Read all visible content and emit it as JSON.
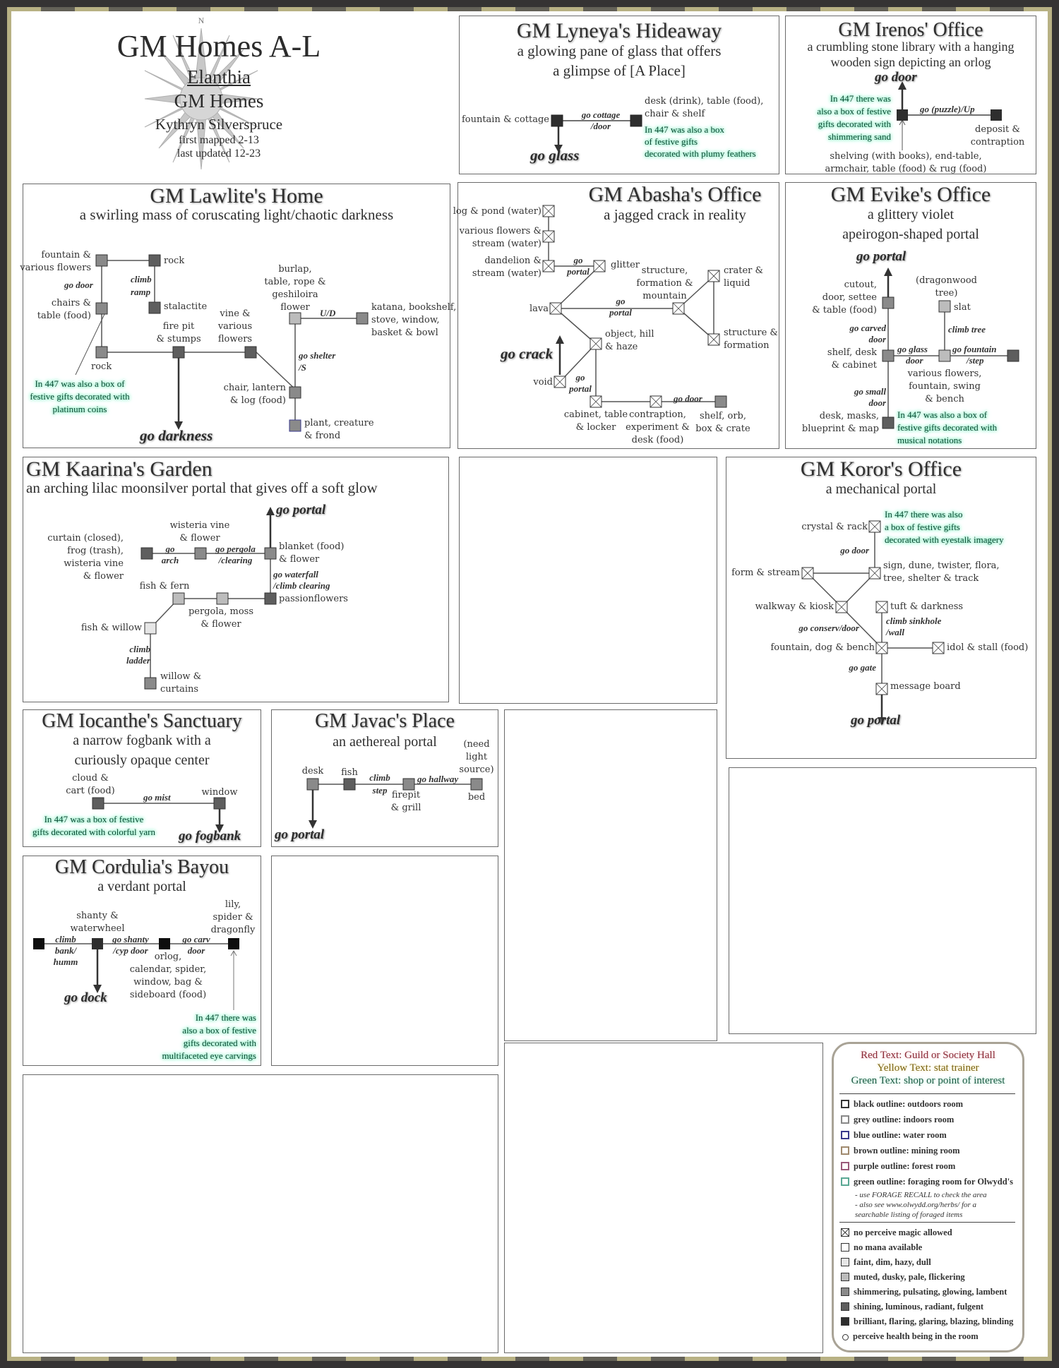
{
  "header": {
    "title": "GM Homes A-L",
    "region": "Elanthia",
    "subtitle": "GM Homes",
    "author": "Kythryn Silverspruce",
    "first_mapped": "first mapped 2-13",
    "last_updated": "last updated 12-23",
    "compass_label": "N"
  },
  "colors": {
    "frame_light": "#b8b184",
    "frame_dark": "#636157",
    "note_green": "#0d4a35",
    "note_glow": "#8ef0c6",
    "legend_red": "#8a2a36",
    "legend_yellow": "#7a6413",
    "legend_green": "#1f5a45"
  },
  "panels": {
    "lyneya": {
      "title": "GM Lyneya's Hideaway",
      "desc1": "a glowing pane of glass that offers",
      "desc2": "a glimpse of [A Place]",
      "labels": [
        "fountain & cottage",
        "desk (drink), table (food),",
        "chair & shelf"
      ],
      "exits": [
        "go cottage",
        "/door"
      ],
      "big_exit": "go glass",
      "note": [
        "In 447 was also a box",
        "of festive gifts",
        "decorated with plumy feathers"
      ]
    },
    "irenos": {
      "title": "GM Irenos' Office",
      "desc1": "a crumbling stone library with a hanging",
      "desc2": "wooden sign depicting an orlog",
      "big_exit": "go door",
      "exits": [
        "go (puzzle)/Up"
      ],
      "labels": [
        "deposit &",
        "contraption",
        "shelving (with books), end-table,",
        "armchair, table (food) & rug (food)"
      ],
      "note": [
        "In 447 there was",
        "also a box of festive",
        "gifts decorated with",
        "shimmering sand"
      ]
    },
    "lawlite": {
      "title": "GM Lawlite's Home",
      "desc1": "a swirling mass of coruscating light/chaotic darkness",
      "labels": [
        "fountain &",
        "various flowers",
        "rock",
        "chairs &",
        "table (food)",
        "stalactite",
        "rock",
        "fire pit",
        "& stumps",
        "vine &",
        "various",
        "flowers",
        "burlap,",
        "table, rope &",
        "geshiloira",
        "flower",
        "katana, bookshelf,",
        "stove, window,",
        "basket & bowl",
        "chair, lantern",
        "& log (food)",
        "plant, creature",
        "& frond"
      ],
      "exits": [
        "go door",
        "climb",
        "ramp",
        "U/D",
        "go shelter",
        "/S"
      ],
      "big_exit": "go darkness",
      "note": [
        "In 447 was also a box of",
        "festive gifts decorated with",
        "platinum coins"
      ]
    },
    "abasha": {
      "title": "GM Abasha's Office",
      "desc1": "a jagged crack in reality",
      "labels": [
        "log & pond (water)",
        "various flowers &",
        "stream (water)",
        "dandelion &",
        "stream (water)",
        "glitter",
        "structure,",
        "formation &",
        "mountain",
        "crater &",
        "liquid",
        "lava",
        "object, hill",
        "& haze",
        "structure &",
        "formation",
        "void",
        "cabinet, table",
        "& locker",
        "contraption,",
        "experiment &",
        "desk (food)",
        "shelf, orb,",
        "box & crate"
      ],
      "exits": [
        "go",
        "portal",
        "go",
        "portal",
        "go",
        "portal",
        "go door"
      ],
      "big_exit": "go crack"
    },
    "evike": {
      "title": "GM Evike's Office",
      "desc1": "a glittery violet",
      "desc2": "apeirogon-shaped portal",
      "big_exit": "go portal",
      "labels": [
        "cutout,",
        "door, settee",
        "& table (food)",
        "(dragonwood",
        "tree)",
        "slat",
        "shelf, desk",
        "& cabinet",
        "various flowers,",
        "fountain, swing",
        "& bench",
        "desk, masks,",
        "blueprint & map"
      ],
      "exits": [
        "go carved",
        "door",
        "climb tree",
        "go glass",
        "door",
        "go fountain",
        "/step",
        "go small",
        "door"
      ],
      "note": [
        "In 447 was also a box of",
        "festive gifts decorated with",
        "musical notations"
      ]
    },
    "kaarina": {
      "title": "GM Kaarina's Garden",
      "desc1": "an arching lilac moonsilver portal that gives off a soft glow",
      "big_exit": "go portal",
      "labels": [
        "curtain (closed),",
        "frog (trash),",
        "wisteria vine",
        "& flower",
        "wisteria vine",
        "& flower",
        "blanket (food)",
        "& flower",
        "fish & fern",
        "passionflowers",
        "pergola, moss",
        "& flower",
        "fish & willow",
        "willow &",
        "curtains"
      ],
      "exits": [
        "go",
        "arch",
        "go pergola",
        "/clearing",
        "go waterfall",
        "/climb clearing",
        "climb",
        "ladder"
      ]
    },
    "koror": {
      "title": "GM Koror's Office",
      "desc1": "a mechanical portal",
      "labels": [
        "crystal & rack",
        "form & stream",
        "sign, dune, twister, flora,",
        "tree, shelter & track",
        "walkway & kiosk",
        "tuft & darkness",
        "fountain, dog & bench",
        "idol & stall (food)",
        "message board"
      ],
      "exits": [
        "go door",
        "go conserv/door",
        "climb sinkhole",
        "/wall",
        "go gate"
      ],
      "big_exit": "go portal",
      "note": [
        "In 447 there was also",
        "a box of festive gifts",
        "decorated with eyestalk imagery"
      ]
    },
    "iocanthe": {
      "title": "GM Iocanthe's Sanctuary",
      "desc1": "a narrow fogbank with a",
      "desc2": "curiously opaque center",
      "labels": [
        "cloud &",
        "cart (food)",
        "window"
      ],
      "exits": [
        "go mist"
      ],
      "big_exit": "go fogbank",
      "note": [
        "In 447 was a box of festive",
        "gifts decorated with colorful yarn"
      ]
    },
    "javac": {
      "title": "GM Javac's Place",
      "desc1": "an aethereal portal",
      "labels": [
        "desk",
        "fish",
        "firepit",
        "& grill",
        "(need",
        "light",
        "source)",
        "bed"
      ],
      "exits": [
        "climb",
        "step",
        "go hallway"
      ],
      "big_exit": "go portal"
    },
    "cordulia": {
      "title": "GM Cordulia's Bayou",
      "desc1": "a verdant portal",
      "labels": [
        "shanty &",
        "waterwheel",
        "lily,",
        "spider &",
        "dragonfly",
        "orlog,",
        "calendar, spider,",
        "window, bag &",
        "sideboard (food)"
      ],
      "exits": [
        "climb",
        "bank/",
        "humm",
        "go shanty",
        "/cyp door",
        "go carv",
        "door"
      ],
      "big_exit": "go dock",
      "note": [
        "In 447 there was",
        "also a box of festive",
        "gifts decorated with",
        "multifaceted eye carvings"
      ]
    }
  },
  "legend": {
    "red_text": "Red Text: Guild or Society Hall",
    "yellow_text": "Yellow Text: stat trainer",
    "green_text": "Green Text: shop or point of interest",
    "outlines": [
      {
        "label": "black outline: outdoors room",
        "color": "#333333"
      },
      {
        "label": "grey outline: indoors room",
        "color": "#888888"
      },
      {
        "label": "blue outline: water room",
        "color": "#3a3a8c"
      },
      {
        "label": "brown outline: mining room",
        "color": "#a08a6e"
      },
      {
        "label": "purple outline: forest room",
        "color": "#9a5a7a"
      },
      {
        "label": "green outline: foraging room for Olwydd's",
        "color": "#5aa894"
      }
    ],
    "forage_note1": "- use FORAGE RECALL to check the area",
    "forage_note2": "- also see www.olwydd.org/herbs/ for a",
    "forage_note3": "searchable listing of foraged items",
    "fills": [
      {
        "label": "no perceive magic allowed",
        "fill": "cross"
      },
      {
        "label": "no mana available",
        "fill": "#ffffff"
      },
      {
        "label": "faint, dim, hazy, dull",
        "fill": "#e6e6e6"
      },
      {
        "label": "muted, dusky, pale, flickering",
        "fill": "#bcbcbc"
      },
      {
        "label": "shimmering, pulsating, glowing, lambent",
        "fill": "#8a8a8a"
      },
      {
        "label": "shining, luminous, radiant, fulgent",
        "fill": "#5e5e5e"
      },
      {
        "label": "brilliant, flaring, glaring, blazing, blinding",
        "fill": "#2e2e2e"
      },
      {
        "label": "perceive health being in the room",
        "fill": "circle"
      }
    ]
  }
}
